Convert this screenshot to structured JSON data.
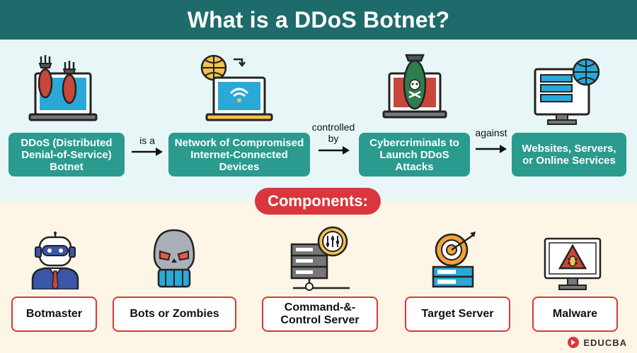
{
  "header": {
    "title": "What is a DDoS Botnet?"
  },
  "flow": {
    "box1": "DDoS (Distributed Denial-of-Service) Botnet",
    "box2": "Network of Compromised Internet-Connected Devices",
    "box3": "Cybercriminals to Launch DDoS Attacks",
    "box4": "Websites, Servers, or Online Services",
    "conn1": "is a",
    "conn2": "controlled by",
    "conn3": "against"
  },
  "components": {
    "heading": "Components:",
    "items": [
      {
        "label": "Botmaster",
        "icon": "botmaster-icon"
      },
      {
        "label": "Bots or Zombies",
        "icon": "zombie-skull-icon"
      },
      {
        "label": "Command-&-Control Server",
        "icon": "control-server-icon"
      },
      {
        "label": "Target Server",
        "icon": "target-server-icon"
      },
      {
        "label": "Malware",
        "icon": "malware-monitor-icon"
      }
    ]
  },
  "brand": {
    "name": "EDUCBA"
  },
  "colors": {
    "teal_dark": "#1e6b6b",
    "teal_box": "#2a9b8e",
    "red_accent": "#d9373d",
    "top_bg": "#e9f6f7",
    "bottom_bg": "#fdf5e6"
  }
}
